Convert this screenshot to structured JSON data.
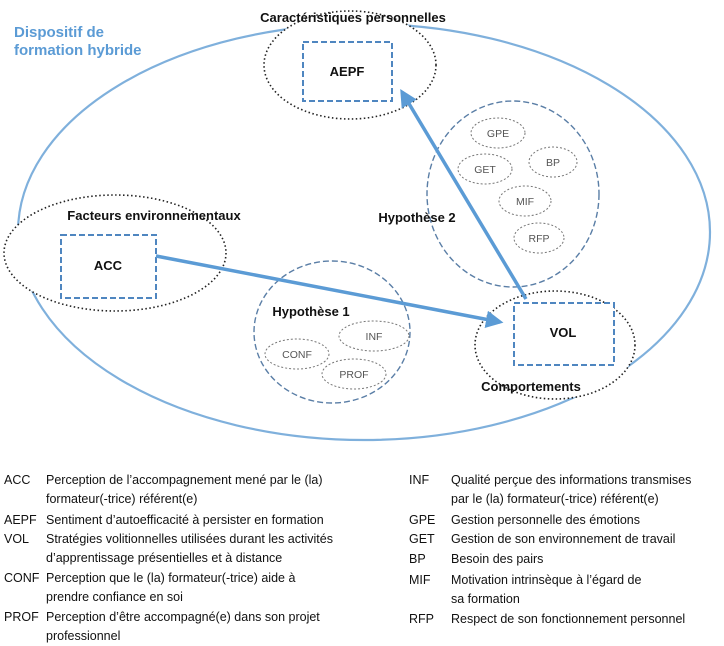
{
  "diagram": {
    "container_label_line1": "Dispositif de",
    "container_label_line2": "formation hybride",
    "groups": {
      "personal": "Caractéristiques personnelles",
      "environment": "Facteurs environnementaux",
      "behaviour": "Comportements"
    },
    "boxes": {
      "aepf": "AEPF",
      "acc": "ACC",
      "vol": "VOL"
    },
    "hypotheses": {
      "h1": "Hypothèse 1",
      "h2": "Hypothèse 2"
    },
    "h1_items": [
      "INF",
      "CONF",
      "PROF"
    ],
    "h2_items": [
      "GPE",
      "BP",
      "GET",
      "MIF",
      "RFP"
    ],
    "colors": {
      "accent": "#5b9bd5",
      "dashed_box": "#4f86c0",
      "text": "#111111",
      "oval_text": "#555555"
    }
  },
  "legend": {
    "left": [
      {
        "abbr": "ACC",
        "desc": "Perception de l’accompagnement mené par le (la)\nformateur(-trice) référent(e)"
      },
      {
        "abbr": "AEPF",
        "desc": "Sentiment d’autoefficacité à persister en formation"
      },
      {
        "abbr": "VOL",
        "desc": "Stratégies volitionnelles utilisées durant les activités\nd’apprentissage présentielles et à distance"
      },
      {
        "abbr": "CONF",
        "desc": "Perception que le (la) formateur(-trice) aide à\nprendre confiance en soi"
      },
      {
        "abbr": "PROF",
        "desc": "Perception d’être accompagné(e) dans son projet\nprofessionnel"
      }
    ],
    "right": [
      {
        "abbr": "INF",
        "desc": "Qualité perçue des informations transmises\npar le (la) formateur(-trice) référent(e)"
      },
      {
        "abbr": "GPE",
        "desc": "Gestion personnelle des émotions"
      },
      {
        "abbr": "GET",
        "desc": "Gestion de son environnement de travail"
      },
      {
        "abbr": "BP",
        "desc": "Besoin des pairs"
      },
      {
        "abbr": "MIF",
        "desc": "Motivation intrinsèque à l’égard de\nsa formation"
      },
      {
        "abbr": "RFP",
        "desc": "Respect de son fonctionnement personnel"
      }
    ]
  }
}
